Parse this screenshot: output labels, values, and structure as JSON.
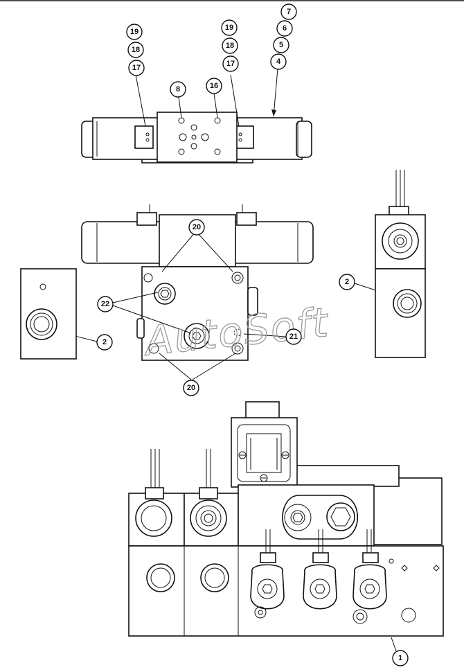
{
  "watermark": "AutoSoft",
  "callouts": {
    "c7": "7",
    "c6": "6",
    "c5": "5",
    "c4": "4",
    "c19a": "19",
    "c18a": "18",
    "c17a": "17",
    "c19b": "19",
    "c18b": "18",
    "c17b": "17",
    "c8": "8",
    "c16": "16",
    "c20a": "20",
    "c20b": "20",
    "c22": "22",
    "c21": "21",
    "c2a": "2",
    "c2b": "2",
    "c1": "1"
  }
}
